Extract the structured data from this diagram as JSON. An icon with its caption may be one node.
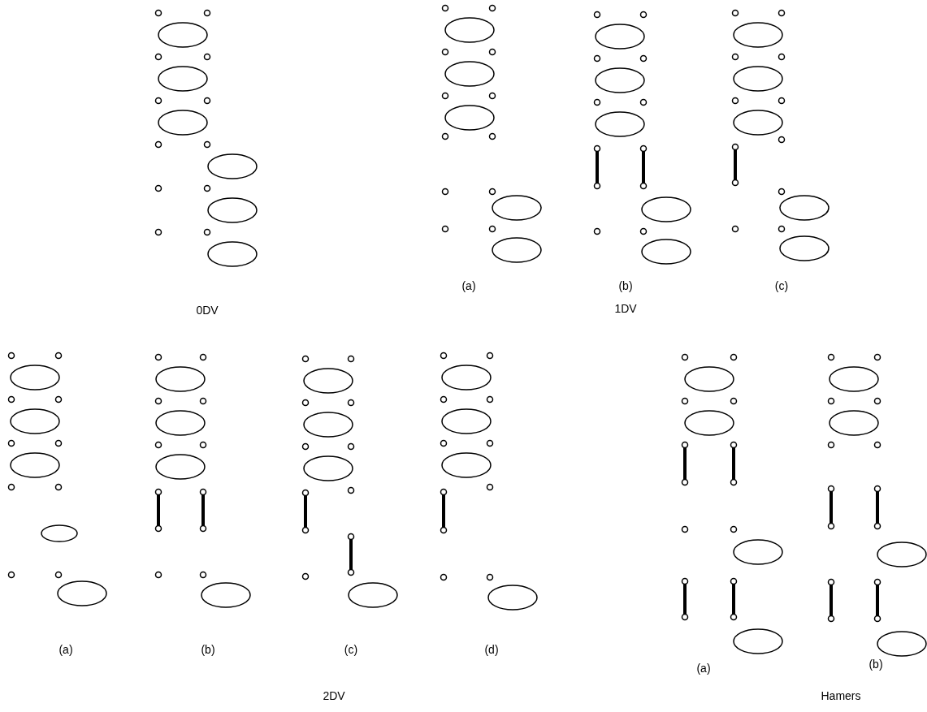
{
  "diagram": {
    "labels": [
      "(a)",
      "(b)",
      "(c)",
      "0DV",
      "1DV",
      "(a)",
      "(b)",
      "(c)",
      "(d)",
      "(a)",
      "(b)",
      "2DV",
      "Hamers"
    ]
  }
}
